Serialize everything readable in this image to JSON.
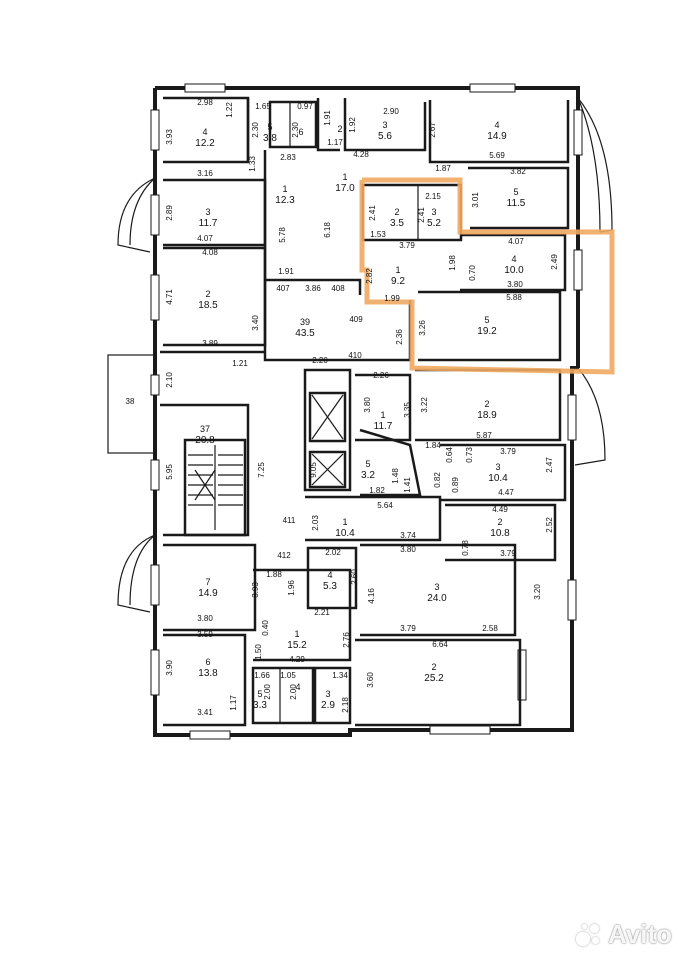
{
  "watermark": "Avito",
  "colors": {
    "highlight": "#f0a860",
    "ink": "#1a1a1a"
  },
  "rooms": [
    {
      "num": "4",
      "area": "12.2"
    },
    {
      "num": "5",
      "area": "3.8"
    },
    {
      "num": "6",
      "area": ""
    },
    {
      "num": "2",
      "area": ""
    },
    {
      "num": "3",
      "area": "5.6"
    },
    {
      "num": "4",
      "area": "14.9"
    },
    {
      "num": "1",
      "area": "12.3"
    },
    {
      "num": "1",
      "area": "17.0"
    },
    {
      "num": "3",
      "area": "11.7"
    },
    {
      "num": "2",
      "area": "3.5"
    },
    {
      "num": "3",
      "area": "5.2"
    },
    {
      "num": "5",
      "area": "11.5"
    },
    {
      "num": "1",
      "area": "9.2"
    },
    {
      "num": "4",
      "area": "10.0"
    },
    {
      "num": "2",
      "area": "18.5"
    },
    {
      "num": "39",
      "area": "43.5"
    },
    {
      "num": "5",
      "area": "19.2"
    },
    {
      "num": "37",
      "area": "20.8"
    },
    {
      "num": "1",
      "area": "11.7"
    },
    {
      "num": "2",
      "area": "18.9"
    },
    {
      "num": "5",
      "area": "3.2"
    },
    {
      "num": "3",
      "area": "10.4"
    },
    {
      "num": "1",
      "area": "10.4"
    },
    {
      "num": "2",
      "area": "10.8"
    },
    {
      "num": "7",
      "area": "14.9"
    },
    {
      "num": "4",
      "area": "5.3"
    },
    {
      "num": "3",
      "area": "24.0"
    },
    {
      "num": "1",
      "area": "15.2"
    },
    {
      "num": "6",
      "area": "13.8"
    },
    {
      "num": "2",
      "area": "25.2"
    },
    {
      "num": "5",
      "area": "3.3"
    },
    {
      "num": "3",
      "area": "2.9"
    },
    {
      "num": "4",
      "area": ""
    }
  ],
  "dims": [
    "2.98",
    "1.22",
    "3.93",
    "3.16",
    "1.65",
    "0.97",
    "2.30",
    "2.30",
    "1.91",
    "1.92",
    "2.90",
    "1.17",
    "2.67",
    "2.83",
    "4.28",
    "5.69",
    "1.33",
    "1.87",
    "3.82",
    "2.89",
    "5.78",
    "6.18",
    "2.15",
    "3.01",
    "4.07",
    "2.41",
    "2.41",
    "1.53",
    "4.07",
    "4.08",
    "3.79",
    "2.49",
    "1.91",
    "2.82",
    "1.98",
    "0.70",
    "3.80",
    "4.71",
    "407",
    "3.86",
    "408",
    "1.99",
    "5.88",
    "3.40",
    "409",
    "2.36",
    "3.26",
    "3.89",
    "1.21",
    "2.20",
    "410",
    "2.10",
    "2.26",
    "3.80",
    "3.35",
    "3.22",
    "5.87",
    "1.84",
    "0.64",
    "3.79",
    "0.73",
    "7.25",
    "9.05",
    "1.48",
    "0.82",
    "0.89",
    "2.47",
    "5.95",
    "1.82",
    "1.41",
    "4.47",
    "5.64",
    "4.49",
    "411",
    "2.03",
    "3.74",
    "2.52",
    "0.78",
    "412",
    "2.02",
    "3.80",
    "3.79",
    "1.88",
    "1.96",
    "2.60",
    "4.16",
    "3.20",
    "3.93",
    "3.80",
    "2.21",
    "3.79",
    "2.58",
    "3.59",
    "0.40",
    "2.76",
    "6.64",
    "1.50",
    "4.29",
    "3.90",
    "1.66",
    "1.05",
    "1.34",
    "3.60",
    "2.00",
    "2.00",
    "1.17",
    "3.41",
    "2.18",
    "38"
  ]
}
